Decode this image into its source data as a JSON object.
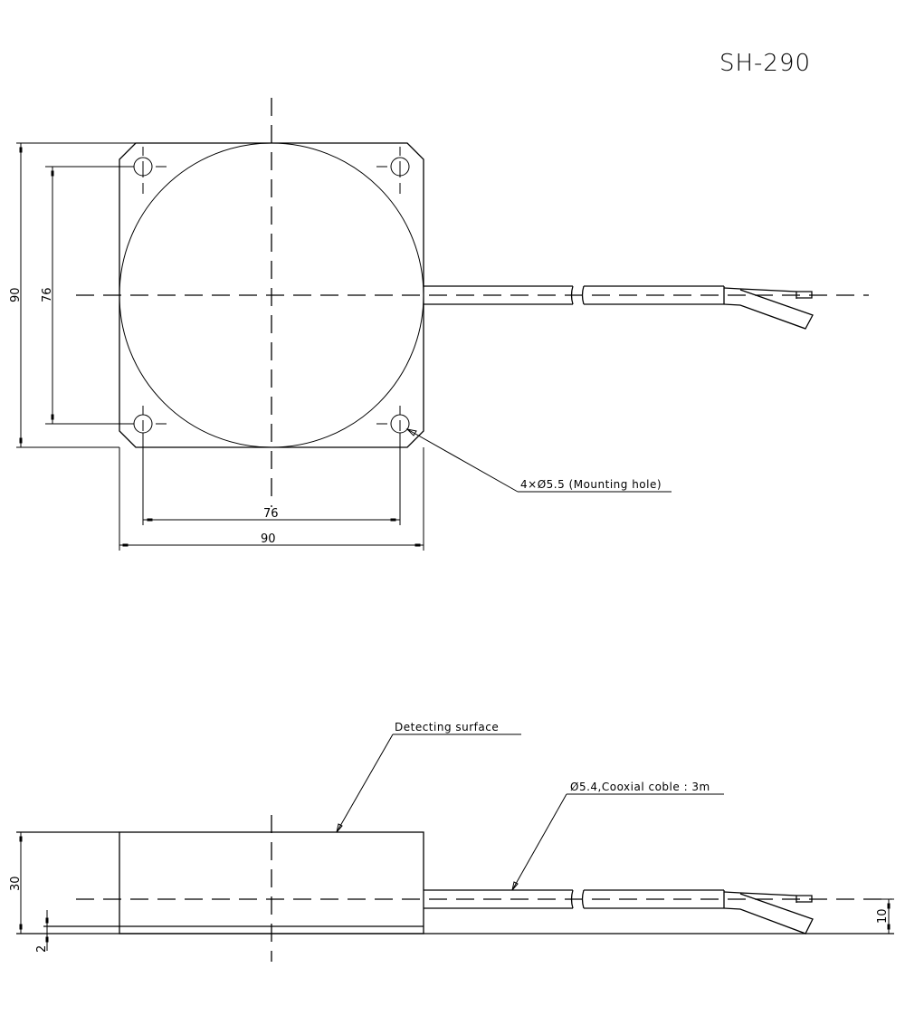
{
  "drawing": {
    "title": "SH-290",
    "top_view": {
      "dimensions": {
        "overall_height": "90",
        "hole_pitch_vertical": "76",
        "hole_pitch_horizontal": "76",
        "overall_width": "90"
      },
      "callouts": {
        "mounting_hole": "4×Ø5.5 (Mounting hole)"
      }
    },
    "side_view": {
      "dimensions": {
        "height": "30",
        "base_offset": "2",
        "cable_height": "10"
      },
      "callouts": {
        "detecting_surface": "Detecting surface",
        "cable": "Ø5.4,Cooxial coble : 3m"
      }
    }
  }
}
